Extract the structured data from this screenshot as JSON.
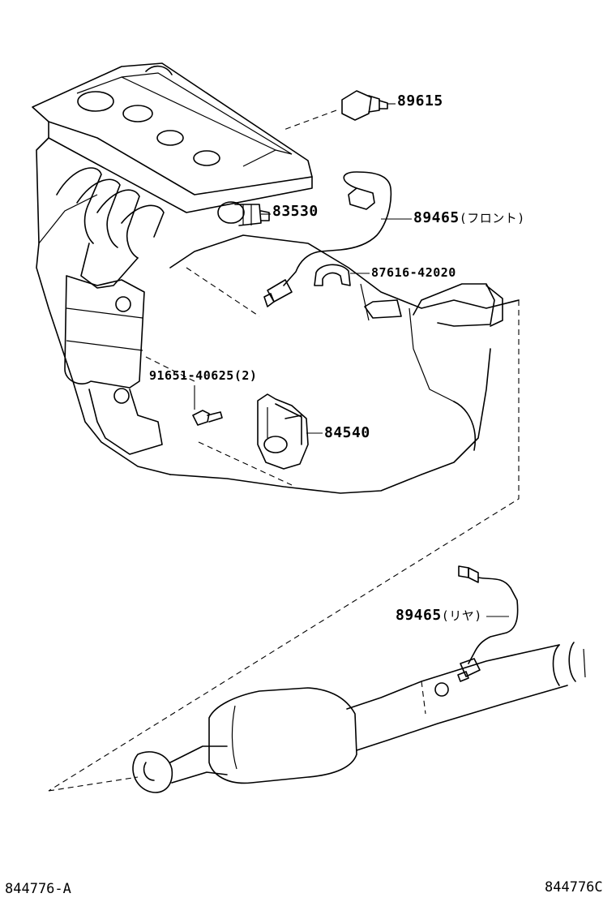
{
  "diagram": {
    "labels": {
      "p89615": {
        "number": "89615",
        "note": ""
      },
      "p83530": {
        "number": "83530",
        "note": ""
      },
      "p89465_front": {
        "number": "89465",
        "note": "(フロント)"
      },
      "p87616": {
        "number": "87616-42020",
        "note": ""
      },
      "p91651": {
        "number": "91651-40625",
        "note": "(2)"
      },
      "p84540": {
        "number": "84540",
        "note": ""
      },
      "p89465_rear": {
        "number": "89465",
        "note": "(リヤ)"
      }
    },
    "footer": {
      "left_code": "844776-A",
      "right_code": "844776C"
    }
  }
}
